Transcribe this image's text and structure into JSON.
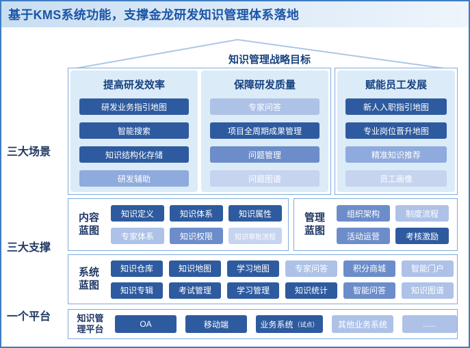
{
  "window": {
    "title": "基于KMS系统功能，支撑金龙研发知识管理体系落地"
  },
  "roof": {
    "label": "知识管理战略目标"
  },
  "side_labels": [
    {
      "label": "三大场景"
    },
    {
      "label": "三大支撑"
    },
    {
      "label": "一个平台"
    }
  ],
  "colors": {
    "dark": "#2e5b9f",
    "medium": "#6c8dc9",
    "soft": "#8faadc",
    "light": "#aec2e8",
    "lighter": "#c6d4ef",
    "panel": "#dcebf8",
    "border": "#7fa9da",
    "heading": "#17427f",
    "banner_from": "#c9def2",
    "banner_to": "#eef5fc",
    "frame": "#3e7cc1"
  },
  "scenarios": {
    "columns": [
      {
        "header": "提高研发效率",
        "items": [
          {
            "label": "研发业务指引地图",
            "tone": "dark"
          },
          {
            "label": "智能搜索",
            "tone": "dark"
          },
          {
            "label": "知识结构化存储",
            "tone": "dark"
          },
          {
            "label": "研发辅助",
            "tone": "soft"
          }
        ]
      },
      {
        "header": "保障研发质量",
        "items": [
          {
            "label": "专家问答",
            "tone": "light"
          },
          {
            "label": "项目全周期成果管理",
            "tone": "dark"
          },
          {
            "label": "问题管理",
            "tone": "medium"
          },
          {
            "label": "问题图谱",
            "tone": "lighter"
          }
        ]
      },
      {
        "header": "赋能员工发展",
        "items": [
          {
            "label": "新人入职指引地图",
            "tone": "dark"
          },
          {
            "label": "专业岗位晋升地图",
            "tone": "dark"
          },
          {
            "label": "精准知识推荐",
            "tone": "soft"
          },
          {
            "label": "员工画像",
            "tone": "lighter"
          }
        ]
      }
    ]
  },
  "supports": {
    "content": {
      "label": "内容蓝图",
      "items": [
        {
          "label": "知识定义",
          "tone": "dark"
        },
        {
          "label": "知识体系",
          "tone": "dark"
        },
        {
          "label": "知识属性",
          "tone": "dark"
        },
        {
          "label": "专家体系",
          "tone": "light"
        },
        {
          "label": "知识权限",
          "tone": "medium"
        },
        {
          "label": "知识审批流程",
          "tone": "lighter"
        }
      ]
    },
    "management": {
      "label": "管理蓝图",
      "items": [
        {
          "label": "组织架构",
          "tone": "medium"
        },
        {
          "label": "制度流程",
          "tone": "light"
        },
        {
          "label": "活动运营",
          "tone": "medium"
        },
        {
          "label": "考核激励",
          "tone": "dark"
        }
      ]
    },
    "system": {
      "label": "系统蓝图",
      "items": [
        {
          "label": "知识仓库",
          "tone": "dark"
        },
        {
          "label": "知识地图",
          "tone": "dark"
        },
        {
          "label": "学习地图",
          "tone": "dark"
        },
        {
          "label": "专家问答",
          "tone": "light"
        },
        {
          "label": "积分商城",
          "tone": "medium"
        },
        {
          "label": "智能门户",
          "tone": "light"
        },
        {
          "label": "知识专辑",
          "tone": "dark"
        },
        {
          "label": "考试管理",
          "tone": "dark"
        },
        {
          "label": "学习管理",
          "tone": "dark"
        },
        {
          "label": "知识统计",
          "tone": "dark"
        },
        {
          "label": "智能问答",
          "tone": "medium"
        },
        {
          "label": "知识图谱",
          "tone": "light"
        }
      ]
    }
  },
  "platform": {
    "label": "知识管理平台",
    "items": [
      {
        "label": "OA",
        "tone": "dark"
      },
      {
        "label": "移动端",
        "tone": "dark"
      },
      {
        "label": "业务系统",
        "suffix": "（试点）",
        "tone": "dark"
      },
      {
        "label": "其他业务系统",
        "tone": "light"
      },
      {
        "label": "......",
        "tone": "light"
      }
    ]
  }
}
